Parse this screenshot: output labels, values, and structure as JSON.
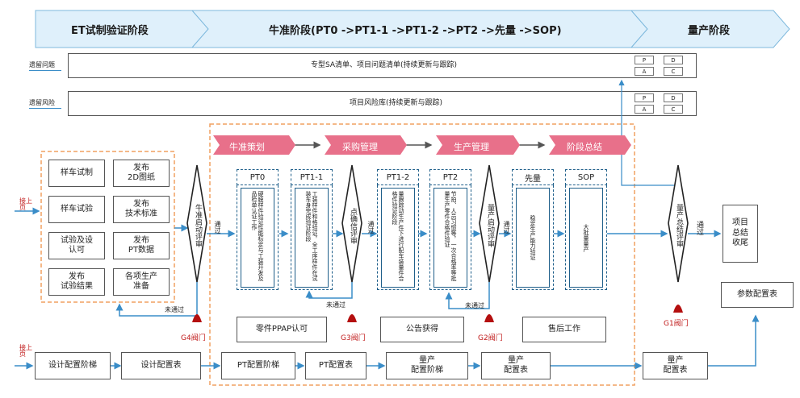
{
  "header": {
    "phase_et": "ET试制验证阶段",
    "phase_pt": "牛准阶段(PT0 ->PT1-1 ->PT1-2 ->PT2 ->先量 ->SOP)",
    "phase_mass": "量产阶段"
  },
  "rows": {
    "issues_label": "遗留问题",
    "issues_text": "专型SA清单、项目问题清单(持续更新与跟踪)",
    "risks_label": "遗留风险",
    "risks_text": "项目风险库(持续更新与跟踪)",
    "pdca": [
      "P",
      "D",
      "A",
      "C"
    ]
  },
  "left_page_ref_top": "接上页",
  "left_page_ref_bottom": "接上页",
  "et_boxes": [
    "样车试制",
    "发布\n2D图纸",
    "样车试验",
    "发布\n技术标准",
    "试验及设\n认可",
    "发布\nPT数据",
    "发布\n试验结果",
    "各项生产\n准备"
  ],
  "gates": {
    "g_pt_review": "牛准启动评审",
    "g_pt_confirm": "点确信评审",
    "g_prod_review": "量产启动评审",
    "g_mass_review": "量产总结评审",
    "g4": "G4阀门",
    "g3": "G3阀门",
    "g2": "G2阀门",
    "g1": "G1阀门",
    "pass": "通过",
    "fail": "未通过"
  },
  "pt_headers": [
    "牛准策划",
    "采购管理",
    "生产管理",
    "阶段总结"
  ],
  "pt_stages": [
    {
      "title": "PT0",
      "text": "硬膜样件验证性能标定与工装开发及品检单认证工作"
    },
    {
      "title": "PT1-1",
      "text": "工装样件和格验证，全工序样件在试装车身完成验证阶段"
    },
    {
      "title": "PT1-2",
      "text": "量跟踪动生产件下进行配车装量件合格件验证阶段"
    },
    {
      "title": "PT2",
      "text": "节拍、人员习惯等，一次合格率等批量生产零件合格件验证"
    },
    {
      "title": "先量",
      "text": "稳定生产能力验证"
    },
    {
      "title": "SOP",
      "text": "大批量量产"
    }
  ],
  "bottom_boxes": {
    "ppap": "零件PPAP认可",
    "notice": "公告获得",
    "after_sales": "售后工作"
  },
  "summary_box": "项目\n总结\n收尾",
  "param_table": "参数配置表",
  "config_row": [
    "设计配置阶梯",
    "设计配置表",
    "PT配置阶梯",
    "PT配置表",
    "量产\n配置阶梯",
    "量产\n配置表",
    "量产\n配置表"
  ]
}
